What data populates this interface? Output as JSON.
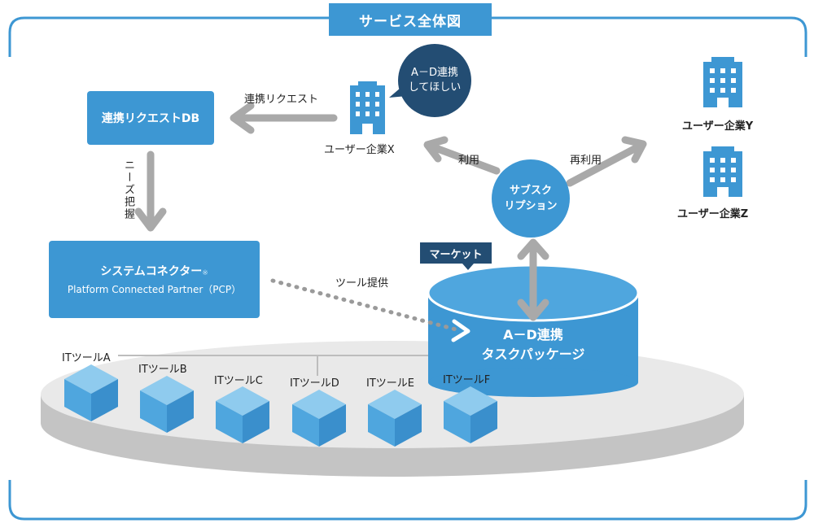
{
  "title": "サービス全体図",
  "request_db": "連携リクエストDB",
  "request_label": "連携リクエスト",
  "needs_label": "ニーズ把握",
  "connector": {
    "title": "システムコネクター",
    "mark": "※",
    "subtitle": "Platform Connected Partner（PCP）"
  },
  "tool_provide_label": "ツール提供",
  "user_x": "ユーザー企業X",
  "bubble": {
    "line1": "A－D連携",
    "line2": "してほしい"
  },
  "use_label": "利用",
  "reuse_label": "再利用",
  "subscription": {
    "line1": "サブスク",
    "line2": "リプション"
  },
  "user_y": "ユーザー企業Y",
  "user_z": "ユーザー企業Z",
  "market_label": "マーケット",
  "package": {
    "line1": "A－D連携",
    "line2": "タスクパッケージ"
  },
  "tools": [
    "ITツールA",
    "ITツールB",
    "ITツールC",
    "ITツールD",
    "ITツールE",
    "ITツールF"
  ],
  "colors": {
    "primary": "#3d97d3",
    "dark": "#234d73",
    "arrow": "#a9a9a9",
    "platform": "#e8e8e8",
    "panel": "#eaf3fa"
  }
}
